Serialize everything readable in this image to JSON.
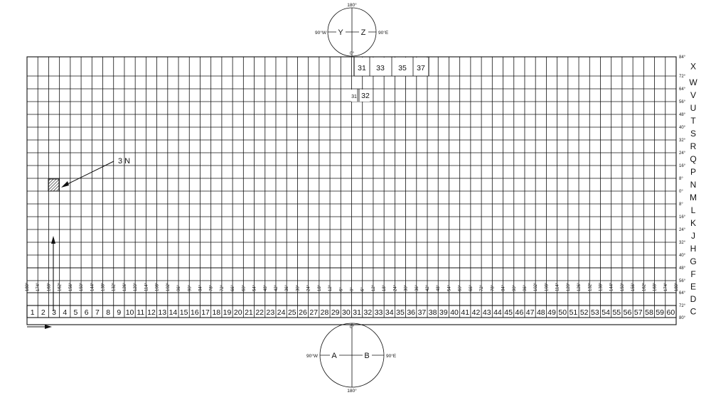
{
  "north_pole": {
    "top_label": "180°",
    "left_label": "90°W",
    "right_label": "90°E",
    "bottom_label": "0°",
    "zone_left": "Y",
    "zone_right": "Z"
  },
  "south_pole": {
    "top_label": "0°",
    "left_label": "90°W",
    "right_label": "90°E",
    "bottom_label": "180°",
    "zone_left": "A",
    "zone_right": "B"
  },
  "band_letters": [
    "X",
    "W",
    "V",
    "U",
    "T",
    "S",
    "R",
    "Q",
    "P",
    "N",
    "M",
    "L",
    "K",
    "J",
    "H",
    "G",
    "F",
    "E",
    "D",
    "C"
  ],
  "latitude_labels": [
    "84°",
    "72°",
    "64°",
    "56°",
    "48°",
    "40°",
    "32°",
    "24°",
    "16°",
    "8°",
    "0°",
    "8°",
    "16°",
    "24°",
    "32°",
    "40°",
    "48°",
    "56°",
    "64°",
    "72°",
    "80°"
  ],
  "longitude_labels": [
    "180°",
    "174°",
    "168°",
    "162°",
    "156°",
    "150°",
    "144°",
    "138°",
    "132°",
    "126°",
    "120°",
    "114°",
    "108°",
    "102°",
    "96°",
    "90°",
    "84°",
    "78°",
    "72°",
    "66°",
    "60°",
    "54°",
    "48°",
    "42°",
    "36°",
    "30°",
    "24°",
    "18°",
    "12°",
    "6°",
    "0°",
    "6°",
    "12°",
    "18°",
    "24°",
    "30°",
    "36°",
    "42°",
    "48°",
    "54°",
    "60°",
    "66°",
    "72°",
    "78°",
    "84°",
    "90°",
    "96°",
    "102°",
    "108°",
    "114°",
    "120°",
    "126°",
    "132°",
    "138°",
    "144°",
    "150°",
    "156°",
    "162°",
    "168°",
    "174°",
    "180°"
  ],
  "zone_numbers": [
    "1",
    "2",
    "3",
    "4",
    "5",
    "6",
    "7",
    "8",
    "9",
    "10",
    "11",
    "12",
    "13",
    "14",
    "15",
    "16",
    "17",
    "18",
    "19",
    "20",
    "21",
    "22",
    "23",
    "24",
    "25",
    "26",
    "27",
    "28",
    "29",
    "30",
    "31",
    "32",
    "33",
    "34",
    "35",
    "36",
    "37",
    "38",
    "39",
    "40",
    "41",
    "42",
    "43",
    "44",
    "45",
    "46",
    "47",
    "48",
    "49",
    "50",
    "51",
    "52",
    "53",
    "54",
    "55",
    "56",
    "57",
    "58",
    "59",
    "60"
  ],
  "svalbard_zones": [
    "31",
    "33",
    "35",
    "37"
  ],
  "norway_zones": [
    "31",
    "32"
  ],
  "callout_label": "3 N"
}
